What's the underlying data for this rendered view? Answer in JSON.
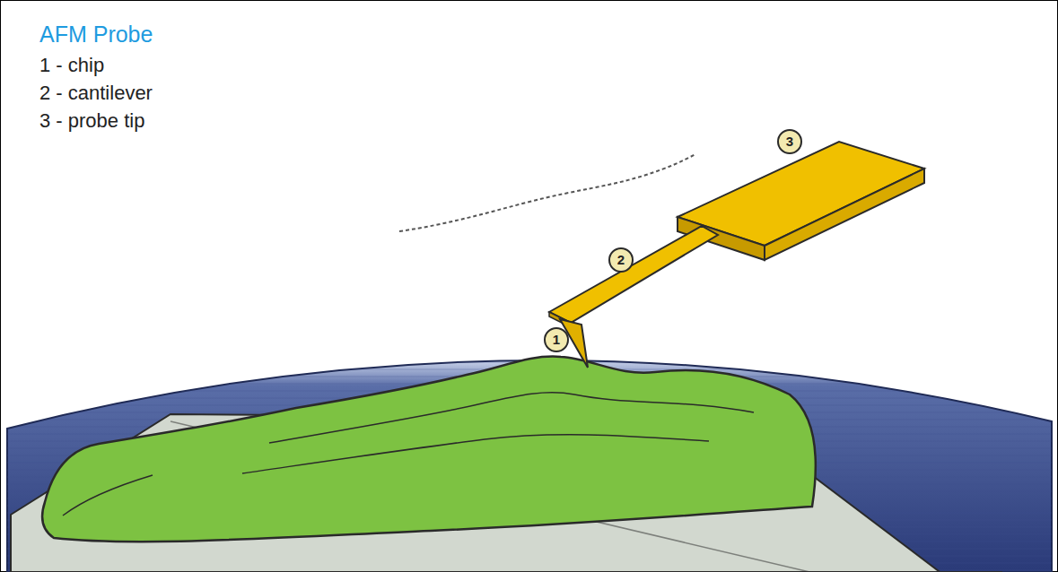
{
  "diagram": {
    "title": "AFM Probe",
    "labels": [
      "1 - chip",
      "2 - cantilever",
      "3 - probe tip",
      "3",
      "2",
      "1"
    ]
  }
}
